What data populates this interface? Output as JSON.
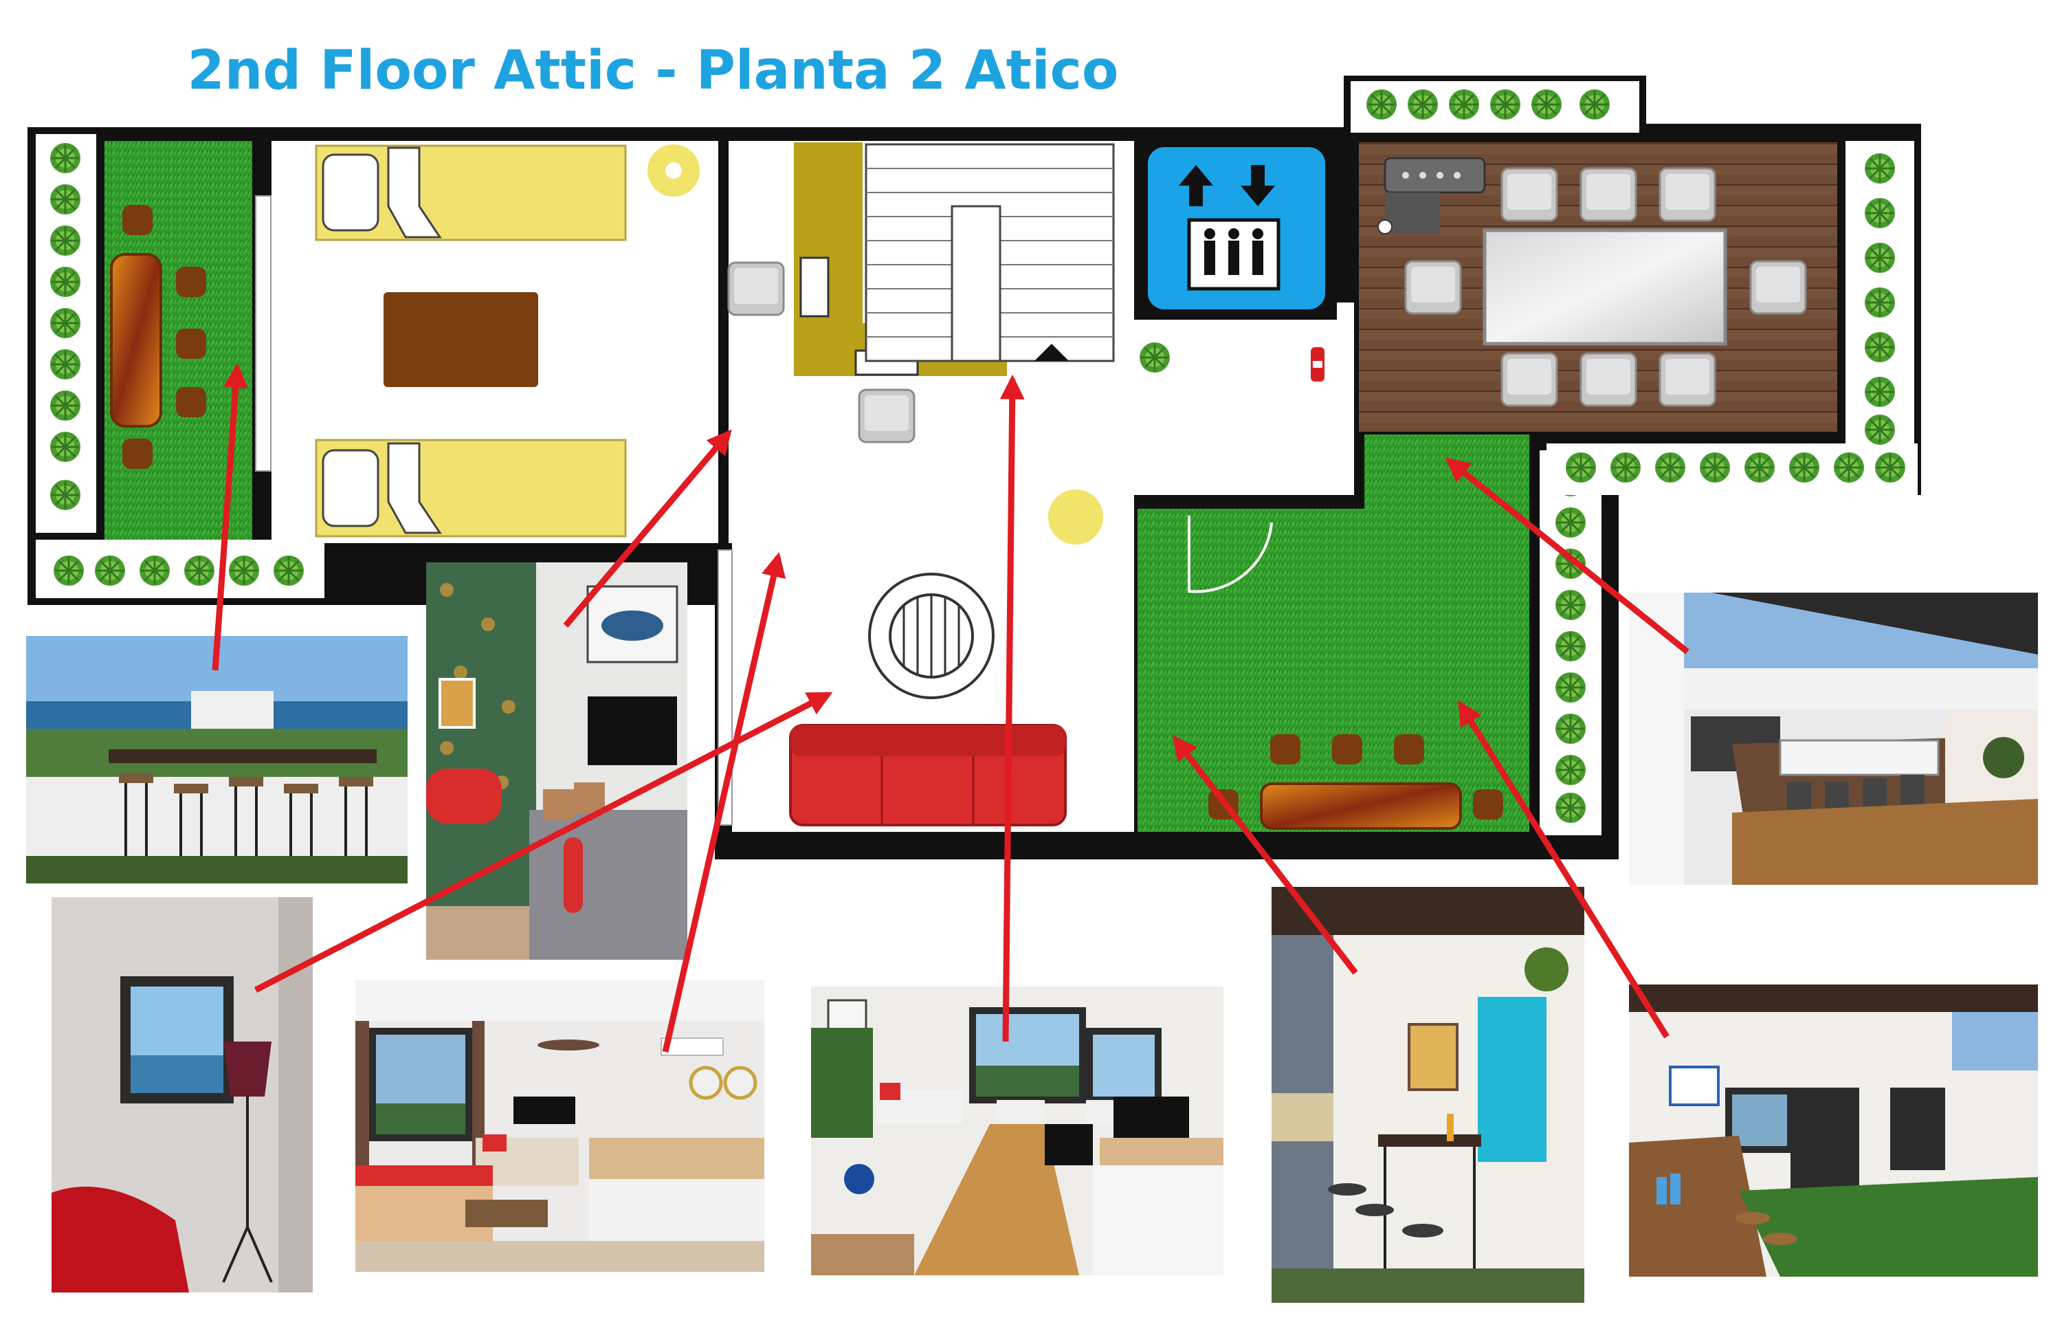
{
  "title": "2nd Floor Attic - Planta 2 Atico",
  "colors": {
    "title": "#1fa3e0",
    "wall": "#111111",
    "grass": "#2f9a2a",
    "deck": "#6e4a34",
    "bed": "#f1e16f",
    "sofa": "#d92c2c",
    "desk": "#b9a11a",
    "lift": "#1aa3e6",
    "arrow": "#e11b22"
  },
  "icons": [
    "lift-icon",
    "fire-extinguisher-icon",
    "round-table-icon",
    "barbecue-icon"
  ],
  "photos": [
    "photo-terrace-bar-sea-view",
    "photo-bedroom-fish-art",
    "photo-window-lamp",
    "photo-living-room",
    "photo-desk-living-view",
    "photo-bar-blue-light",
    "photo-roof-terrace-dining",
    "photo-patio-grass"
  ]
}
